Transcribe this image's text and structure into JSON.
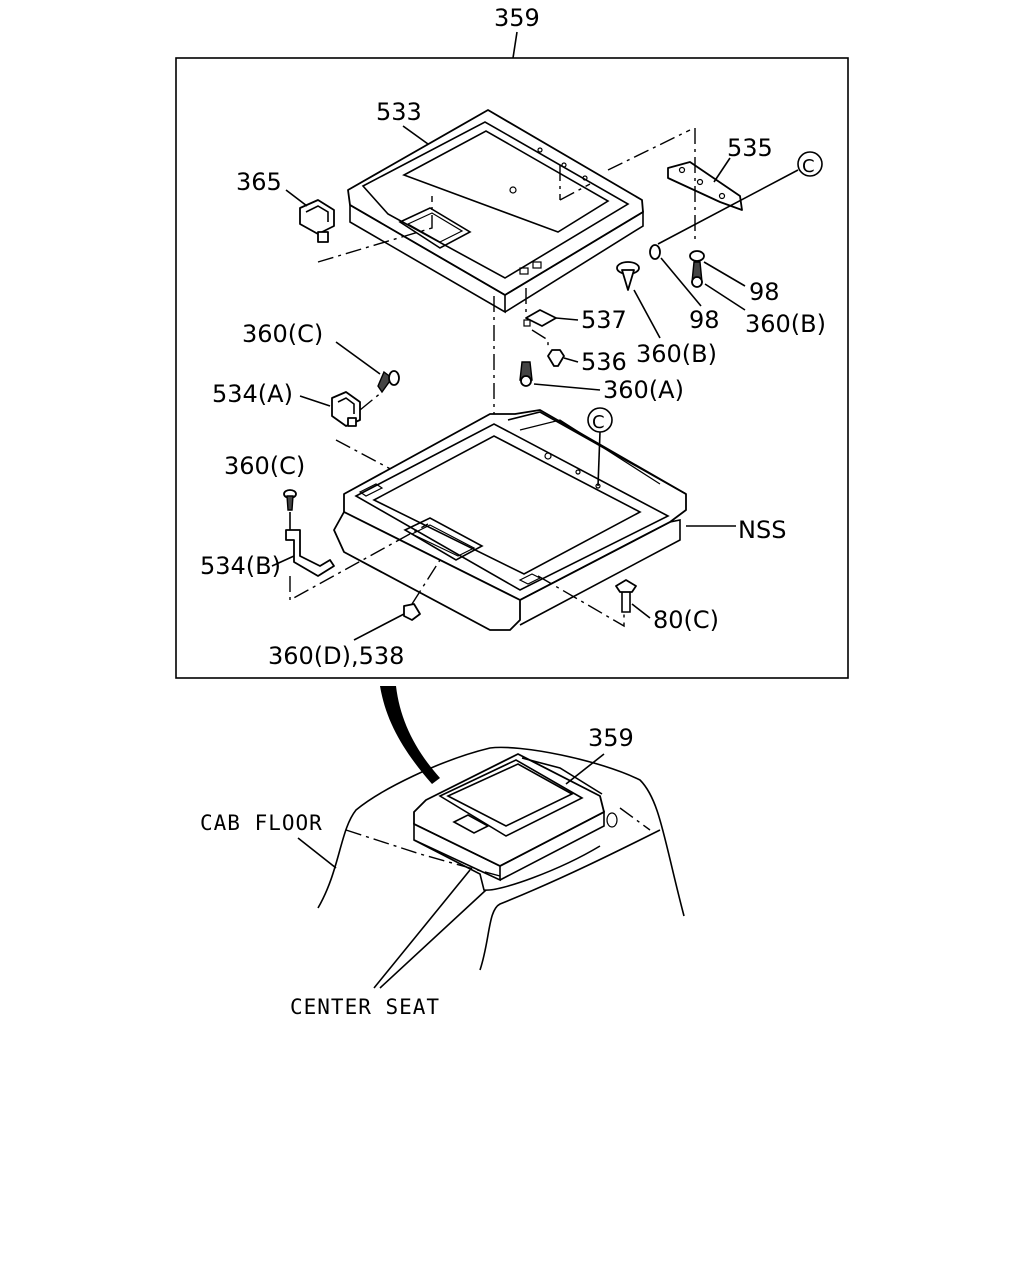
{
  "labels": {
    "assembly_top": "359",
    "tray_upper": "533",
    "p365": "365",
    "p535": "535",
    "callout_c1": "C",
    "p98_a": "98",
    "p98_b": "98",
    "p360b_a": "360(B)",
    "p360b_b": "360(B)",
    "p537": "537",
    "p536": "536",
    "p360a": "360(A)",
    "p360c_a": "360(C)",
    "p534a": "534(A)",
    "callout_c2": "C",
    "p360c_b": "360(C)",
    "nss": "NSS",
    "p534b": "534(B)",
    "p80c": "80(C)",
    "p360d_538": "360(D),538",
    "assembly_bottom": "359",
    "cab_floor": "CAB FLOOR",
    "center_seat": "CENTER SEAT"
  }
}
